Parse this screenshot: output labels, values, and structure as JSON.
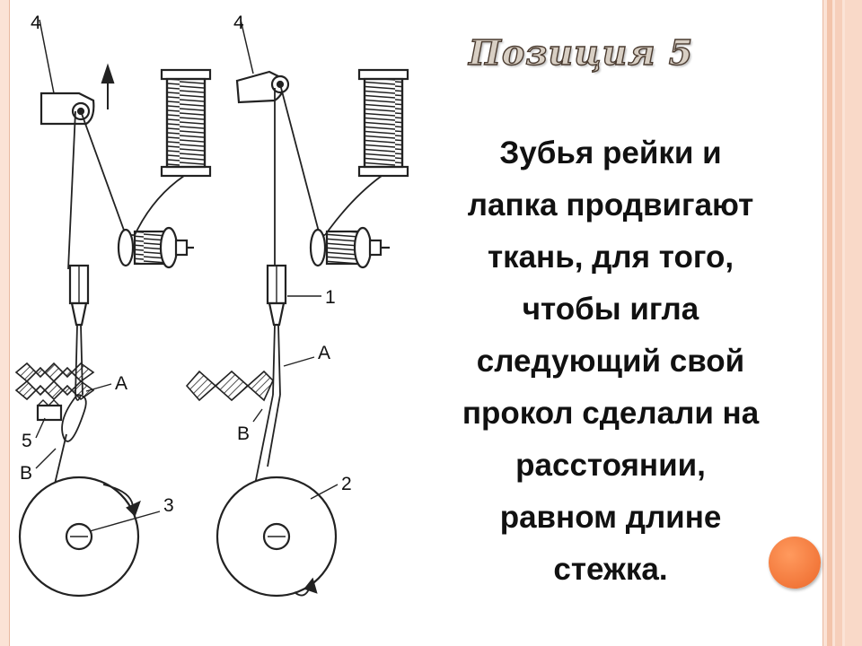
{
  "title": "Позиция 5",
  "body_lines": [
    "Зубья рейки и",
    "лапка продвигают",
    "ткань, для того,",
    "чтобы игла",
    "следующий свой",
    "прокол сделали на",
    "расстоянии,",
    "равном длине",
    "стежка."
  ],
  "diagram_labels": {
    "lever_left": "4",
    "lever_right": "4",
    "point_a_left": "А",
    "point_a_right": "А",
    "point_b_left": "В",
    "point_b_right": "В",
    "part_5": "5",
    "part_1": "1",
    "part_3": "3",
    "part_2": "2"
  }
}
